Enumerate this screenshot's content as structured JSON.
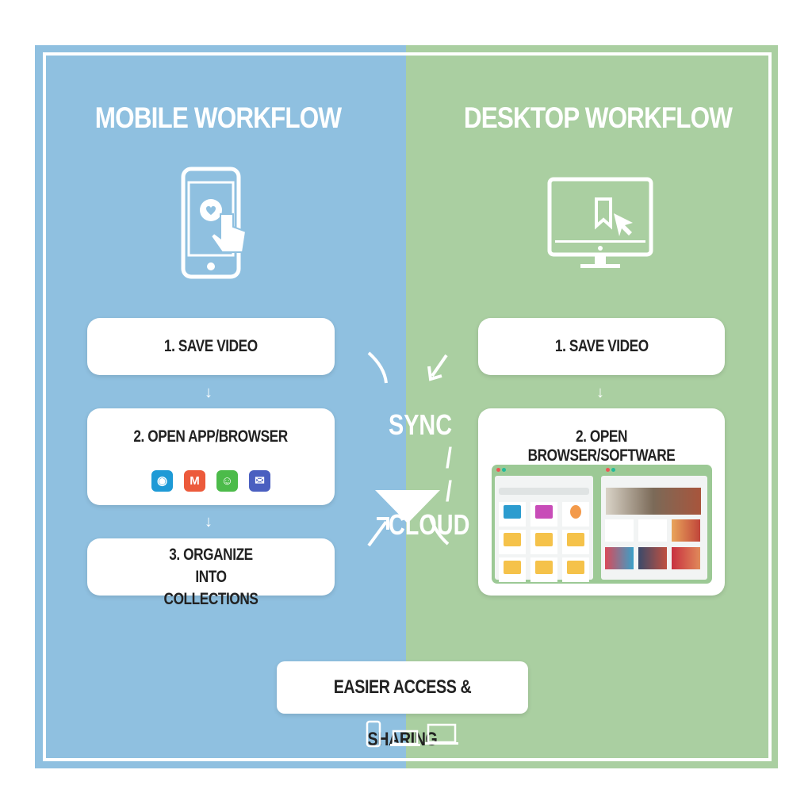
{
  "mobile": {
    "title": "MOBILE WORKFLOW",
    "steps": [
      "1. SAVE VIDEO",
      "2. OPEN APP/BROWSER",
      "3. ORGANIZE INTO COLLECTIONS"
    ],
    "apps": [
      "browser-app-icon",
      "gmail-icon",
      "android-app-icon",
      "mail-icon"
    ]
  },
  "desktop": {
    "title": "DESKTOP WORKFLOW",
    "steps": [
      "1. SAVE VIDEO",
      "2. OPEN BROWSER/SOFTWARE"
    ]
  },
  "sync": {
    "line1": "SYNC /",
    "line2": "/ CLOUD"
  },
  "footer": {
    "label": "EASIER ACCESS & SHARING",
    "devices": [
      "phone-icon",
      "laptop-icon",
      "laptop-icon"
    ]
  },
  "colors": {
    "mobile_bg": "#8fc0e0",
    "desktop_bg": "#aacfa1"
  }
}
